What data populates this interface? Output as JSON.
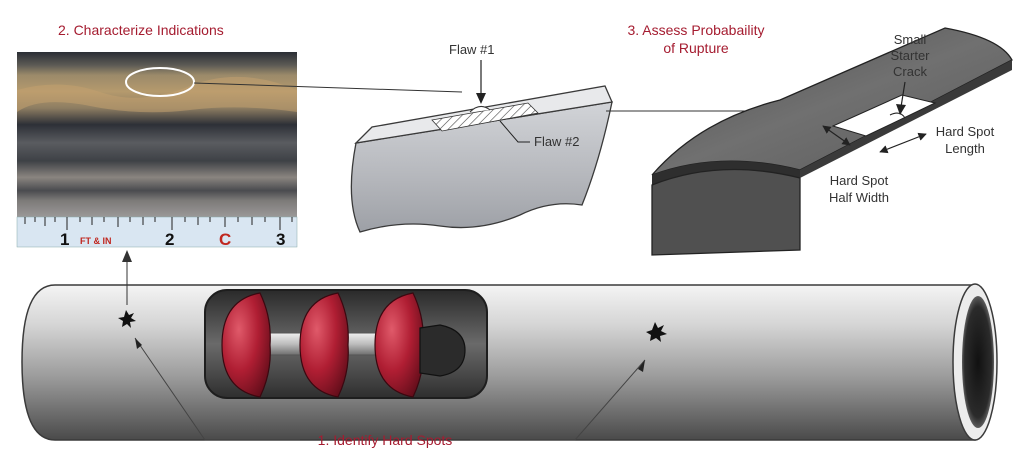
{
  "steps": {
    "step1": "1. Identify Hard Spots",
    "step2": "2. Characterize Indications",
    "step3_line1": "3. Assess Probabaility",
    "step3_line2": "of Rupture"
  },
  "flaw_diagram": {
    "flaw1": "Flaw #1",
    "flaw2": "Flaw #2"
  },
  "hard_spot_diagram": {
    "crack_line1": "Small",
    "crack_line2": "Starter",
    "crack_line3": "Crack",
    "length_line1": "Hard Spot",
    "length_line2": "Length",
    "half_width_line1": "Hard Spot",
    "half_width_line2": "Half Width"
  },
  "ruler": {
    "n1": "1",
    "unit": "FT & IN",
    "n2": "2",
    "letter": "C",
    "n3": "3"
  },
  "colors": {
    "step_text": "#a51c30",
    "tool_red": "#b01e33",
    "pipe_gray": "#8e8e8e"
  }
}
